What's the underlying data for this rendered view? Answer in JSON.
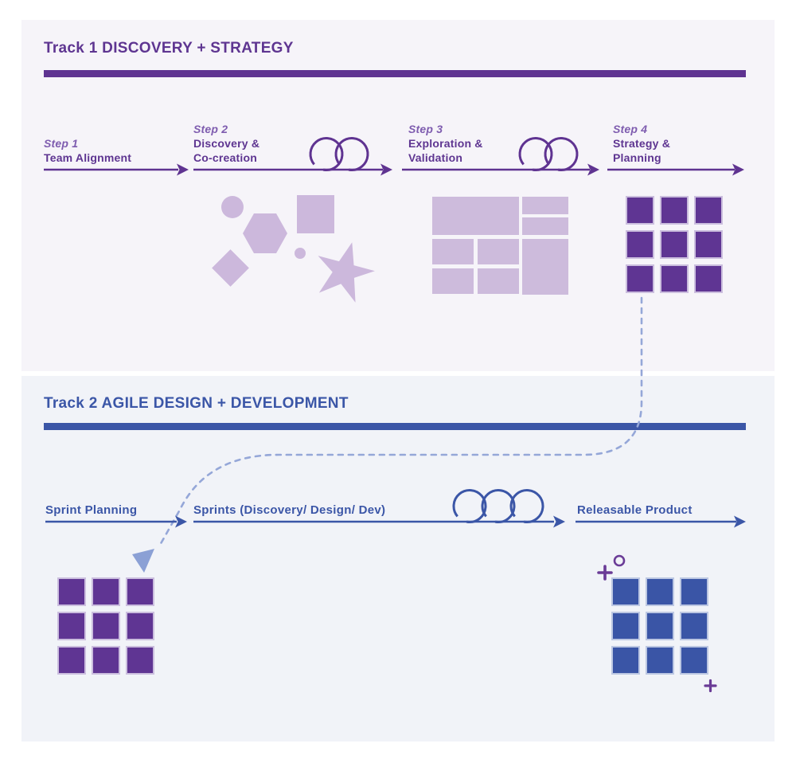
{
  "track1": {
    "title": "Track 1 DISCOVERY + STRATEGY",
    "accent_color": "#5f3391",
    "panel_color": "#f6f4f9",
    "steps": [
      {
        "label": "Step 1",
        "line1": "Team Alignment",
        "line2": ""
      },
      {
        "label": "Step 2",
        "line1": "Discovery &",
        "line2": "Co-creation"
      },
      {
        "label": "Step 3",
        "line1": "Exploration &",
        "line2": "Validation"
      },
      {
        "label": "Step 4",
        "line1": "Strategy &",
        "line2": "Planning"
      }
    ]
  },
  "track2": {
    "title": "Track 2 AGILE DESIGN + DEVELOPMENT",
    "accent_color": "#3b56a7",
    "panel_color": "#f1f3f8",
    "steps": [
      {
        "label": "Sprint Planning"
      },
      {
        "label": "Sprints (Discovery/ Design/ Dev)"
      },
      {
        "label": "Releasable Product"
      }
    ]
  },
  "colors": {
    "step_label_italic": "#7e5caf",
    "shape_lavender": "#ccb8dc",
    "wireframe_lavender": "#cdbbdc",
    "grid_purple": "#5f3593",
    "grid_purple_border": "#cbbede",
    "grid_blue": "#3a55a6",
    "grid_blue_border": "#bcc7e2",
    "dashed_connector": "#95a7d8",
    "connector_arrowhead": "#8ba0d5",
    "decoration_purple": "#6a3b96"
  },
  "icons": {
    "loop": "iteration-loop-icon",
    "arrow": "flow-arrow-icon",
    "shapes": "ideation-shapes-icon",
    "wireframe": "wireframe-layout-icon",
    "grid": "product-grid-icon",
    "connector": "dashed-connector-icon",
    "plus": "plus-icon",
    "circle": "circle-outline-icon"
  }
}
